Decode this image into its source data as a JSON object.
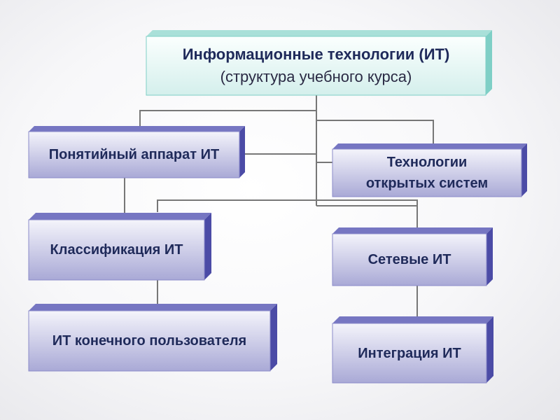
{
  "title": {
    "line1": "Информационные технологии (ИТ)",
    "line2": "(структура учебного курса)"
  },
  "nodes": {
    "concepts": "Понятийный аппарат ИТ",
    "classification": "Классификация ИТ",
    "end_user": "ИТ конечного пользователя",
    "open_systems_line1": "Технологии",
    "open_systems_line2": "открытых систем",
    "network": "Сетевые ИТ",
    "integration": "Интеграция ИТ"
  },
  "colors": {
    "node_face_top": "#f4f4fb",
    "node_face_bottom": "#a9a9d6",
    "node_edge": "#8b8bc9",
    "node_side": "#4b4ba6",
    "node_top": "#7676c2",
    "title_face_top": "#fbfffe",
    "title_face_bottom": "#d4efec",
    "title_side": "#7fcfc6",
    "title_top": "#a9e0d9",
    "connector": "#777777",
    "text_dark": "#1f2a5a"
  }
}
